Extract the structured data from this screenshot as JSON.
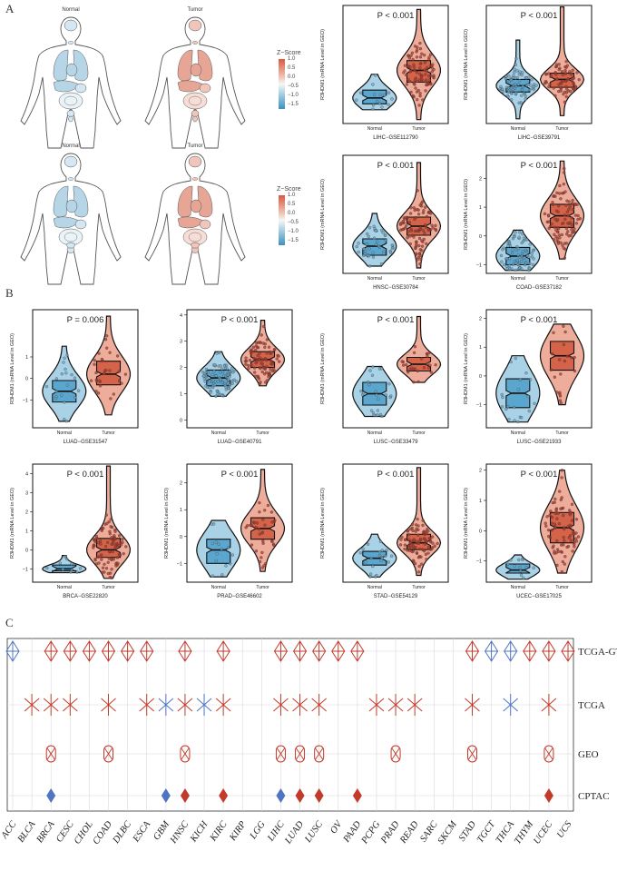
{
  "panel_labels": {
    "a": "A",
    "b": "B",
    "c": "C"
  },
  "panel_a_bodies": {
    "titles": [
      "Normal",
      "Tumor",
      "Normal",
      "Tumor"
    ],
    "legend": {
      "title": "Z−Score",
      "ticks": [
        "1.0",
        "0.5",
        "0.0",
        "−0.5",
        "−1.0",
        "−1.5"
      ]
    }
  },
  "colors": {
    "normal_fill": "#8ec3dd",
    "normal_dark": "#5aa6cf",
    "tumor_fill": "#e8917a",
    "tumor_dark": "#d4634a",
    "point": "#b33b2b",
    "up": "#c23a2a",
    "down": "#4f74c4",
    "grid": "#d8d8d8"
  },
  "chart_data": [
    {
      "type": "violin",
      "id": "LIHC-GSE112790",
      "title": "P < 0.001",
      "xlabel": "LIHC−GSE112790",
      "ylabel": "R3HDM1 (mRNA Level in GEO)",
      "categories": [
        "Normal",
        "Tumor"
      ],
      "yticks": [],
      "ylim": [
        -2.5,
        3.5
      ],
      "groups": [
        {
          "name": "Normal",
          "median": -1.2,
          "q1": -1.5,
          "q3": -0.8,
          "min": -1.8,
          "max": 0.0,
          "n": 15
        },
        {
          "name": "Tumor",
          "median": 0.2,
          "q1": -0.4,
          "q3": 0.7,
          "min": -2.3,
          "max": 3.3,
          "n": 180
        }
      ]
    },
    {
      "type": "violin",
      "id": "LIHC-GSE39791",
      "title": "P < 0.001",
      "xlabel": "LIHC−GSE39791",
      "ylabel": "R3HDM1 (mRNA Level in GEO)",
      "categories": [
        "Normal",
        "Tumor"
      ],
      "yticks": [],
      "ylim": [
        -2.5,
        5.0
      ],
      "groups": [
        {
          "name": "Normal",
          "median": -0.1,
          "q1": -0.5,
          "q3": 0.3,
          "min": -2.2,
          "max": 2.8,
          "n": 70
        },
        {
          "name": "Tumor",
          "median": 0.3,
          "q1": -0.2,
          "q3": 0.7,
          "min": -2.0,
          "max": 4.9,
          "n": 70
        }
      ]
    },
    {
      "type": "violin",
      "id": "HNSC-GSE30784",
      "title": "P < 0.001",
      "xlabel": "HNSC−GSE30784",
      "ylabel": "R3HDM1 (mRNA Level in GEO)",
      "categories": [
        "Normal",
        "Tumor"
      ],
      "yticks": [],
      "ylim": [
        -2.5,
        4.0
      ],
      "groups": [
        {
          "name": "Normal",
          "median": -1.0,
          "q1": -1.5,
          "q3": -0.6,
          "min": -2.1,
          "max": 0.8,
          "n": 45
        },
        {
          "name": "Tumor",
          "median": 0.1,
          "q1": -0.4,
          "q3": 0.6,
          "min": -2.2,
          "max": 3.6,
          "n": 165
        }
      ]
    },
    {
      "type": "violin",
      "id": "COAD-GSE37182",
      "title": "P < 0.001",
      "xlabel": "COAD−GSE37182",
      "ylabel": "R3HDM1 (mRNA Level in GEO)",
      "categories": [
        "Normal",
        "Tumor"
      ],
      "yticks": [
        "2",
        "1",
        "0",
        "−1"
      ],
      "ylim": [
        -1.3,
        2.8
      ],
      "groups": [
        {
          "name": "Normal",
          "median": -0.7,
          "q1": -1.0,
          "q3": -0.4,
          "min": -1.2,
          "max": 0.2,
          "n": 80
        },
        {
          "name": "Tumor",
          "median": 0.7,
          "q1": 0.3,
          "q3": 1.1,
          "min": -0.8,
          "max": 2.6,
          "n": 90
        }
      ]
    },
    {
      "type": "violin",
      "id": "LUAD-GSE31547",
      "title": "P = 0.006",
      "xlabel": "LUAD−GSE31547",
      "ylabel": "R3HDM1 (mRNA Level in GEO)",
      "categories": [
        "Normal",
        "Tumor"
      ],
      "yticks": [
        "1",
        "0",
        "−1"
      ],
      "ylim": [
        -2.3,
        3.2
      ],
      "groups": [
        {
          "name": "Normal",
          "median": -0.6,
          "q1": -1.1,
          "q3": -0.1,
          "min": -2.0,
          "max": 1.5,
          "n": 20
        },
        {
          "name": "Tumor",
          "median": 0.2,
          "q1": -0.3,
          "q3": 0.8,
          "min": -1.7,
          "max": 2.9,
          "n": 30
        }
      ]
    },
    {
      "type": "violin",
      "id": "LUAD-GSE40791",
      "title": "P < 0.001",
      "xlabel": "LUAD−GSE40791",
      "ylabel": "",
      "categories": [
        "Normal",
        "Tumor"
      ],
      "yticks": [
        "4",
        "3",
        "2",
        "1",
        "0"
      ],
      "ylim": [
        -0.3,
        4.2
      ],
      "groups": [
        {
          "name": "Normal",
          "median": 1.6,
          "q1": 1.3,
          "q3": 1.9,
          "min": 0.9,
          "max": 2.6,
          "n": 100
        },
        {
          "name": "Tumor",
          "median": 2.3,
          "q1": 2.0,
          "q3": 2.6,
          "min": 1.3,
          "max": 3.8,
          "n": 95
        }
      ]
    },
    {
      "type": "violin",
      "id": "LUSC-GSE33479",
      "title": "P < 0.001",
      "xlabel": "LUSC−GSE33479",
      "ylabel": "R3HDM1 (mRNA Level in GEO)",
      "categories": [
        "Normal",
        "Tumor"
      ],
      "yticks": [],
      "ylim": [
        -2.0,
        3.2
      ],
      "groups": [
        {
          "name": "Normal",
          "median": -0.5,
          "q1": -1.0,
          "q3": 0.0,
          "min": -1.5,
          "max": 0.7,
          "n": 25
        },
        {
          "name": "Tumor",
          "median": 0.8,
          "q1": 0.5,
          "q3": 1.1,
          "min": 0.0,
          "max": 2.9,
          "n": 25
        }
      ]
    },
    {
      "type": "violin",
      "id": "LUSC-GSE21933",
      "title": "P < 0.001",
      "xlabel": "LUSC−GSE21933",
      "ylabel": "R3HDM1 (mRNA Level in GEO)",
      "categories": [
        "Normal",
        "Tumor"
      ],
      "yticks": [
        "2",
        "1",
        "0",
        "−1"
      ],
      "ylim": [
        -1.8,
        2.3
      ],
      "groups": [
        {
          "name": "Normal",
          "median": -0.6,
          "q1": -1.1,
          "q3": -0.1,
          "min": -1.6,
          "max": 0.7,
          "n": 20
        },
        {
          "name": "Tumor",
          "median": 0.7,
          "q1": 0.2,
          "q3": 1.2,
          "min": -1.0,
          "max": 1.8,
          "n": 20
        }
      ]
    },
    {
      "type": "violin",
      "id": "BRCA-GSE22820",
      "title": "P < 0.001",
      "xlabel": "BRCA−GSE22820",
      "ylabel": "R3HDM1 (mRNA Level in GEO)",
      "categories": [
        "Normal",
        "Tumor"
      ],
      "yticks": [
        "4",
        "3",
        "2",
        "1",
        "0",
        "−1"
      ],
      "ylim": [
        -1.7,
        4.5
      ],
      "groups": [
        {
          "name": "Normal",
          "median": -1.0,
          "q1": -1.1,
          "q3": -0.8,
          "min": -1.2,
          "max": -0.3,
          "n": 10
        },
        {
          "name": "Tumor",
          "median": 0.0,
          "q1": -0.4,
          "q3": 0.6,
          "min": -1.5,
          "max": 4.4,
          "n": 180
        }
      ]
    },
    {
      "type": "violin",
      "id": "PRAD-GSE46602",
      "title": "P < 0.001",
      "xlabel": "PRAD−GSE46602",
      "ylabel": "R3HDM1 (mRNA Level in GEO)",
      "categories": [
        "Normal",
        "Tumor"
      ],
      "yticks": [
        "2",
        "1",
        "0",
        "−1"
      ],
      "ylim": [
        -1.7,
        2.7
      ],
      "groups": [
        {
          "name": "Normal",
          "median": -0.5,
          "q1": -1.0,
          "q3": -0.1,
          "min": -1.5,
          "max": 0.6,
          "n": 14
        },
        {
          "name": "Tumor",
          "median": 0.3,
          "q1": -0.1,
          "q3": 0.7,
          "min": -1.3,
          "max": 2.5,
          "n": 36
        }
      ]
    },
    {
      "type": "violin",
      "id": "STAD-GSE54129",
      "title": "P < 0.001",
      "xlabel": "STAD−GSE54129",
      "ylabel": "R3HDM1 (mRNA Level in GEO)",
      "categories": [
        "Normal",
        "Tumor"
      ],
      "yticks": [],
      "ylim": [
        -2.2,
        4.7
      ],
      "groups": [
        {
          "name": "Normal",
          "median": -0.8,
          "q1": -1.2,
          "q3": -0.4,
          "min": -1.9,
          "max": 0.6,
          "n": 21
        },
        {
          "name": "Tumor",
          "median": 0.1,
          "q1": -0.3,
          "q3": 0.6,
          "min": -1.8,
          "max": 4.5,
          "n": 110
        }
      ]
    },
    {
      "type": "violin",
      "id": "UCEC-GSE17025",
      "title": "P < 0.001",
      "xlabel": "UCEC−GSE17025",
      "ylabel": "R3HDM1 (mRNA Level in GEO)",
      "categories": [
        "Normal",
        "Tumor"
      ],
      "yticks": [
        "2",
        "1",
        "0",
        "−1"
      ],
      "ylim": [
        -1.7,
        2.2
      ],
      "groups": [
        {
          "name": "Normal",
          "median": -1.3,
          "q1": -1.4,
          "q3": -1.1,
          "min": -1.6,
          "max": -0.8,
          "n": 12
        },
        {
          "name": "Tumor",
          "median": 0.1,
          "q1": -0.4,
          "q3": 0.6,
          "min": -1.4,
          "max": 2.0,
          "n": 80
        }
      ]
    },
    {
      "type": "table",
      "id": "pan-cancer-summary",
      "cancers": [
        "ACC",
        "BLCA",
        "BRCA",
        "CESC",
        "CHOL",
        "COAD",
        "DLBC",
        "ESCA",
        "GBM",
        "HNSC",
        "KICH",
        "KIRC",
        "KIRP",
        "LGG",
        "LIHC",
        "LUAD",
        "LUSC",
        "OV",
        "PAAD",
        "PCPG",
        "PRAD",
        "READ",
        "SARC",
        "SKCM",
        "STAD",
        "TGCT",
        "THCA",
        "THYM",
        "UCEC",
        "UCS"
      ],
      "rows": [
        {
          "name": "TCGA-GTEx",
          "marker": "diamond-outline",
          "values": [
            "down",
            "",
            "up",
            "up",
            "up",
            "up",
            "up",
            "up",
            "",
            "up",
            "",
            "up",
            "",
            "",
            "up",
            "up",
            "up",
            "up",
            "up",
            "",
            "",
            "",
            "",
            "",
            "up",
            "down",
            "down",
            "up",
            "up",
            "up"
          ]
        },
        {
          "name": "TCGA",
          "marker": "asterisk",
          "values": [
            "",
            "up",
            "up",
            "up",
            "",
            "up",
            "",
            "up",
            "down",
            "up",
            "down",
            "up",
            "",
            "",
            "up",
            "up",
            "up",
            "",
            "",
            "up",
            "up",
            "up",
            "",
            "",
            "up",
            "",
            "down",
            "",
            "up",
            ""
          ]
        },
        {
          "name": "GEO",
          "marker": "crossed-oval",
          "values": [
            "",
            "",
            "up",
            "",
            "",
            "up",
            "",
            "",
            "",
            "up",
            "",
            "",
            "",
            "",
            "up",
            "up",
            "up",
            "",
            "",
            "",
            "up",
            "",
            "",
            "",
            "up",
            "",
            "",
            "",
            "up",
            ""
          ]
        },
        {
          "name": "CPTAC",
          "marker": "diamond-solid",
          "values": [
            "",
            "",
            "down",
            "",
            "",
            "",
            "",
            "",
            "down",
            "up",
            "",
            "up",
            "",
            "",
            "down",
            "up",
            "up",
            "",
            "up",
            "",
            "",
            "",
            "",
            "",
            "",
            "",
            "",
            "",
            "up",
            ""
          ]
        }
      ]
    }
  ]
}
